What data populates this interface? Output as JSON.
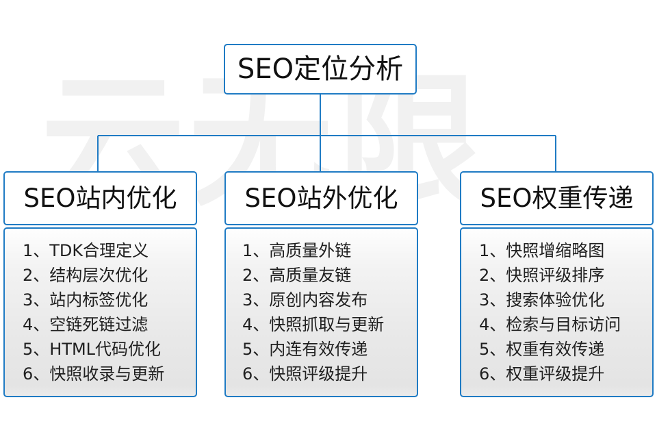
{
  "diagram": {
    "title_box": {
      "label": "SEO定位分析"
    },
    "watermark": {
      "text": "云无限"
    },
    "colors": {
      "border": "#1f7bc4",
      "connector": "#1f7bc4",
      "header_background": "#ffffff",
      "body_background": "#ebebeb",
      "text": "#111111",
      "watermark": "#eeeeee",
      "page_background": "#ffffff"
    },
    "columns": [
      {
        "header": "SEO站内优化",
        "items": [
          "1、TDK合理定义",
          "2、结构层次优化",
          "3、站内标签优化",
          "4、空链死链过滤",
          "5、HTML代码优化",
          "6、快照收录与更新"
        ]
      },
      {
        "header": "SEO站外优化",
        "items": [
          "1、高质量外链",
          "2、高质量友链",
          "3、原创内容发布",
          "4、快照抓取与更新",
          "5、内连有效传递",
          "6、快照评级提升"
        ]
      },
      {
        "header": "SEO权重传递",
        "items": [
          "1、快照增缩略图",
          "2、快照评级排序",
          "3、搜索体验优化",
          "4、检索与目标访问",
          "5、权重有效传递",
          "6、权重评级提升"
        ]
      }
    ]
  }
}
